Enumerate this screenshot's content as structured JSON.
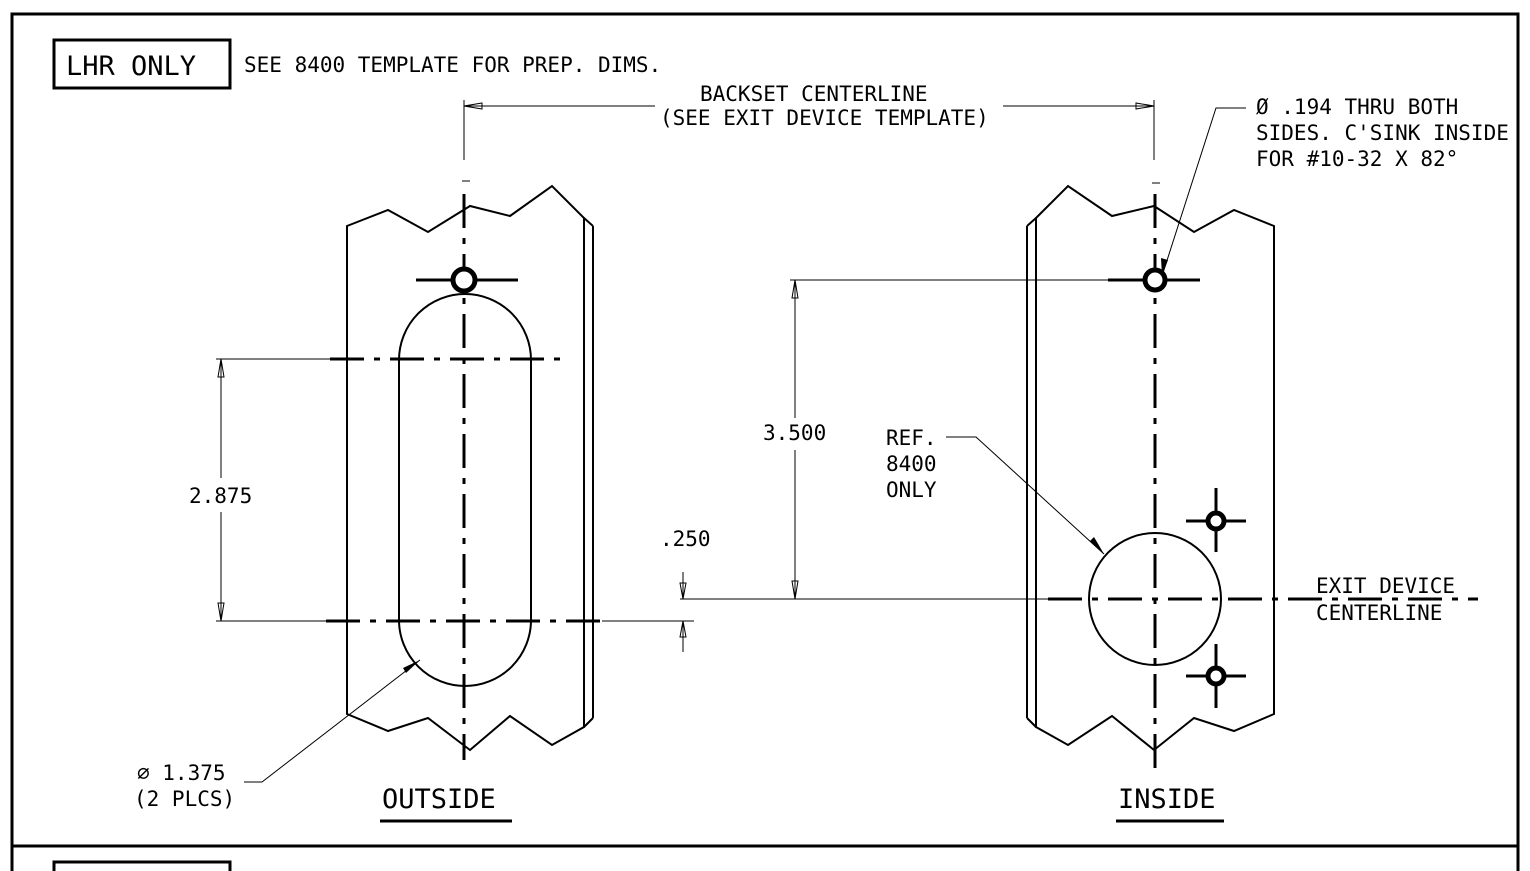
{
  "header": {
    "handing_box": "LHR ONLY",
    "note": "SEE 8400 TEMPLATE FOR PREP. DIMS."
  },
  "backset": {
    "line1": "BACKSET CENTERLINE",
    "line2": "(SEE EXIT DEVICE TEMPLATE)"
  },
  "hole_note": {
    "line1": "Ø .194 THRU BOTH",
    "line2": "SIDES. C'SINK INSIDE",
    "line3": "FOR #10-32 X 82°"
  },
  "dimensions": {
    "slot_length": "2.875",
    "hole_offset": "3.500",
    "offset_small": ".250",
    "diameter": "⌀ 1.375",
    "diameter_qty": "(2 PLCS)"
  },
  "reference": {
    "line1": "REF.",
    "line2": "8400",
    "line3": "ONLY"
  },
  "exit_device": {
    "line1": "EXIT DEVICE",
    "line2": "CENTERLINE"
  },
  "views": {
    "outside": "OUTSIDE",
    "inside": "INSIDE"
  }
}
